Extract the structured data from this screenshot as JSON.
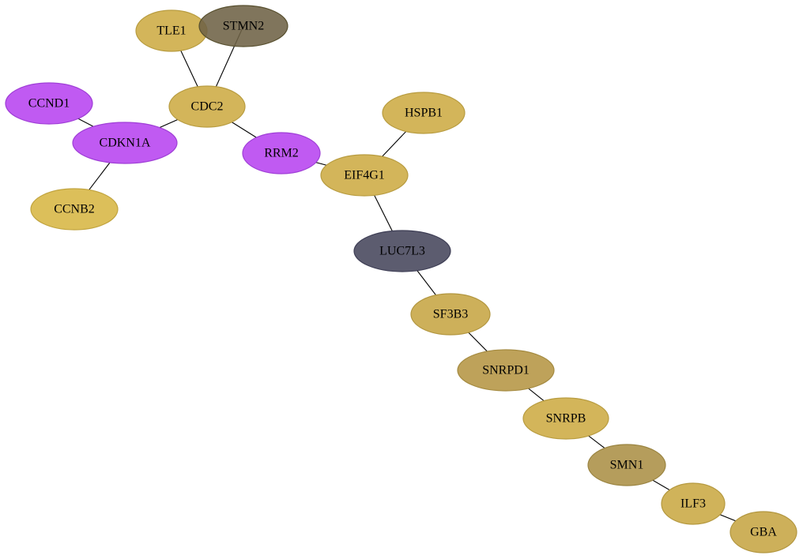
{
  "nodes": [
    {
      "id": "TLE1",
      "label": "TLE1",
      "color": "#d3b55a",
      "stroke": "#b89c40",
      "opacity": 1
    },
    {
      "id": "STMN2",
      "label": "STMN2",
      "color": "#6e6245",
      "stroke": "#58502f",
      "opacity": 0.88
    },
    {
      "id": "CDC2",
      "label": "CDC2",
      "color": "#d3b55a",
      "stroke": "#b89c40",
      "opacity": 1
    },
    {
      "id": "CCND1",
      "label": "CCND1",
      "color": "#c05af2",
      "stroke": "#9f3fd6",
      "opacity": 1
    },
    {
      "id": "CDKN1A",
      "label": "CDKN1A",
      "color": "#c05af2",
      "stroke": "#9f3fd6",
      "opacity": 1
    },
    {
      "id": "RRM2",
      "label": "RRM2",
      "color": "#c05af2",
      "stroke": "#9f3fd6",
      "opacity": 1
    },
    {
      "id": "HSPB1",
      "label": "HSPB1",
      "color": "#d3b55a",
      "stroke": "#b89c40",
      "opacity": 1
    },
    {
      "id": "EIF4G1",
      "label": "EIF4G1",
      "color": "#d3b55a",
      "stroke": "#b89c40",
      "opacity": 1
    },
    {
      "id": "CCNB2",
      "label": "CCNB2",
      "color": "#dcbf5a",
      "stroke": "#c1a43f",
      "opacity": 1
    },
    {
      "id": "LUC7L3",
      "label": "LUC7L3",
      "color": "#5c5c6f",
      "stroke": "#3e3e55",
      "opacity": 1
    },
    {
      "id": "SF3B3",
      "label": "SF3B3",
      "color": "#cdb05a",
      "stroke": "#b2963f",
      "opacity": 1
    },
    {
      "id": "SNRPD1",
      "label": "SNRPD1",
      "color": "#bea25a",
      "stroke": "#a48a40",
      "opacity": 1
    },
    {
      "id": "SNRPB",
      "label": "SNRPB",
      "color": "#d3b55a",
      "stroke": "#b89c40",
      "opacity": 1
    },
    {
      "id": "SMN1",
      "label": "SMN1",
      "color": "#b59d5c",
      "stroke": "#9a8441",
      "opacity": 1
    },
    {
      "id": "ILF3",
      "label": "ILF3",
      "color": "#d0b35a",
      "stroke": "#b5993f",
      "opacity": 1
    },
    {
      "id": "GBA",
      "label": "GBA",
      "color": "#cdb05a",
      "stroke": "#b2963f",
      "opacity": 1
    }
  ],
  "edges": [
    {
      "source": "TLE1",
      "target": "CDC2"
    },
    {
      "source": "STMN2",
      "target": "CDC2"
    },
    {
      "source": "CDC2",
      "target": "CDKN1A"
    },
    {
      "source": "CDC2",
      "target": "RRM2"
    },
    {
      "source": "CCND1",
      "target": "CDKN1A"
    },
    {
      "source": "CDKN1A",
      "target": "CCNB2"
    },
    {
      "source": "RRM2",
      "target": "EIF4G1"
    },
    {
      "source": "HSPB1",
      "target": "EIF4G1"
    },
    {
      "source": "EIF4G1",
      "target": "LUC7L3"
    },
    {
      "source": "LUC7L3",
      "target": "SF3B3"
    },
    {
      "source": "SF3B3",
      "target": "SNRPD1"
    },
    {
      "source": "SNRPD1",
      "target": "SNRPB"
    },
    {
      "source": "SNRPB",
      "target": "SMN1"
    },
    {
      "source": "SMN1",
      "target": "ILF3"
    },
    {
      "source": "ILF3",
      "target": "GBA"
    }
  ]
}
